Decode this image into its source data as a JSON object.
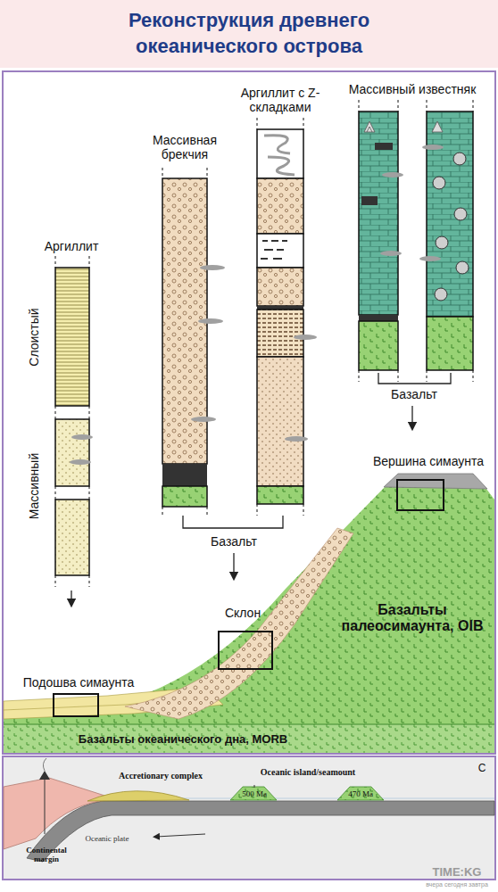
{
  "diagram": {
    "title": "Реконструкция древнего океанического острова",
    "labels": [
      "Аргиллит",
      "Слоистый",
      "Массивный",
      "Массивная брекчия",
      "Аргиллит с Z-складками",
      "Массивный известняк",
      "Базальт",
      "Базальт",
      "Вершина симаунта",
      "Склон",
      "Подошва симаунта",
      "Базальты палеосимаунта, OIB",
      "Базальты океанического дна, MORB",
      "Accretionary complex",
      "Oceanic island/seamount",
      "500 Ma",
      "470 Ma",
      "C",
      "Continental margin",
      "Oceanic plate",
      "TIME:KG",
      "вчера сегодня завтра"
    ]
  }
}
